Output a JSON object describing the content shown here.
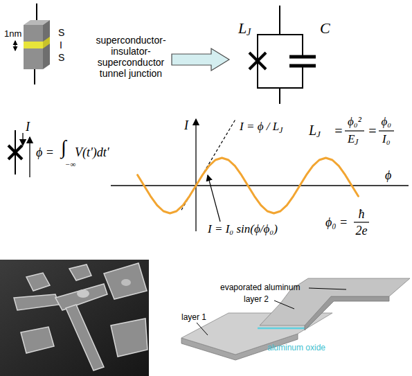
{
  "diagram": {
    "labels": [
      "1nm",
      "S",
      "I",
      "S",
      "superconductor- insulator- superconductor tunnel junction",
      "L",
      "J",
      "C",
      "I",
      "ϕ =",
      "∫",
      "−∞",
      "V(t')dt'",
      "I",
      "I = ϕ / L",
      "J",
      "L",
      "J",
      "=",
      "ϕ₀²",
      "E",
      "J",
      "=",
      "ϕ₀",
      "I₀",
      "ϕ",
      "I = I₀ sin(ϕ/ϕ₀)",
      "ϕ₀ =",
      "ħ",
      "2e",
      "evaporated aluminum",
      "layer 2",
      "layer 1",
      "aluminum oxide"
    ]
  }
}
